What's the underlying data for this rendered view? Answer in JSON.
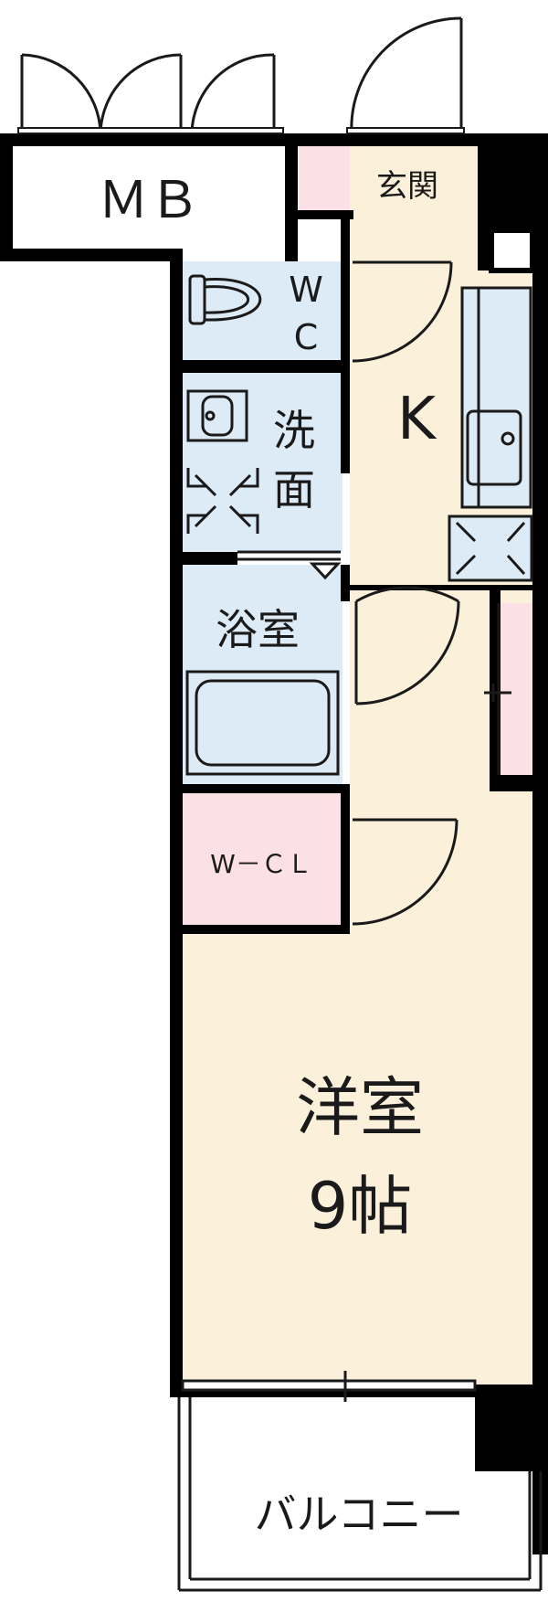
{
  "labels": {
    "mb": "ＭＢ",
    "entrance": "玄関",
    "wc_1": "W",
    "wc_2": "C",
    "washroom_1": "洗",
    "washroom_2": "面",
    "kitchen": "K",
    "bath": "浴室",
    "wcl": "W－ＣＬ",
    "western_room": "洋室",
    "western_size": "9帖",
    "balcony": "バルコニー"
  },
  "colors": {
    "wall": "#000000",
    "floor": "#fbf0d9",
    "wet_area": "#ddebf7",
    "storage": "#fbe0e6",
    "line": "#1a1a1a",
    "background": "#ffffff"
  },
  "icons": [
    "toilet-icon",
    "basin-icon",
    "washer-icon",
    "sink-icon",
    "fridge-icon",
    "bathtub-icon",
    "door-swing-icon"
  ]
}
